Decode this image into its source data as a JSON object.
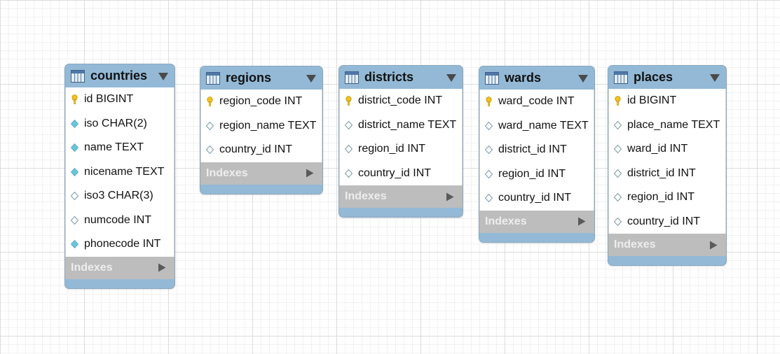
{
  "colors": {
    "header": "#93b9d6",
    "indexes_bar": "#bdbdbd",
    "key_icon": "#f2c31a",
    "filled_diamond": "#6cc4dc",
    "hollow_diamond": "#ffffff"
  },
  "tables": [
    {
      "name": "countries",
      "columns": [
        {
          "label": "id BIGINT",
          "icon": "key-icon"
        },
        {
          "label": "iso CHAR(2)",
          "icon": "filled-diamond-icon"
        },
        {
          "label": "name TEXT",
          "icon": "filled-diamond-icon"
        },
        {
          "label": "nicename TEXT",
          "icon": "filled-diamond-icon"
        },
        {
          "label": "iso3 CHAR(3)",
          "icon": "hollow-diamond-icon"
        },
        {
          "label": "numcode INT",
          "icon": "hollow-diamond-icon"
        },
        {
          "label": "phonecode INT",
          "icon": "filled-diamond-icon"
        }
      ],
      "indexes_label": "Indexes"
    },
    {
      "name": "regions",
      "columns": [
        {
          "label": "region_code INT",
          "icon": "key-icon"
        },
        {
          "label": "region_name TEXT",
          "icon": "hollow-diamond-icon"
        },
        {
          "label": "country_id INT",
          "icon": "hollow-diamond-icon"
        }
      ],
      "indexes_label": "Indexes"
    },
    {
      "name": "districts",
      "columns": [
        {
          "label": "district_code INT",
          "icon": "key-icon"
        },
        {
          "label": "district_name TEXT",
          "icon": "hollow-diamond-icon"
        },
        {
          "label": "region_id INT",
          "icon": "hollow-diamond-icon"
        },
        {
          "label": "country_id INT",
          "icon": "hollow-diamond-icon"
        }
      ],
      "indexes_label": "Indexes"
    },
    {
      "name": "wards",
      "columns": [
        {
          "label": "ward_code INT",
          "icon": "key-icon"
        },
        {
          "label": "ward_name TEXT",
          "icon": "hollow-diamond-icon"
        },
        {
          "label": "district_id INT",
          "icon": "hollow-diamond-icon"
        },
        {
          "label": "region_id INT",
          "icon": "hollow-diamond-icon"
        },
        {
          "label": "country_id INT",
          "icon": "hollow-diamond-icon"
        }
      ],
      "indexes_label": "Indexes"
    },
    {
      "name": "places",
      "columns": [
        {
          "label": "id BIGINT",
          "icon": "key-icon"
        },
        {
          "label": "place_name TEXT",
          "icon": "hollow-diamond-icon"
        },
        {
          "label": "ward_id INT",
          "icon": "hollow-diamond-icon"
        },
        {
          "label": "district_id INT",
          "icon": "hollow-diamond-icon"
        },
        {
          "label": "region_id INT",
          "icon": "hollow-diamond-icon"
        },
        {
          "label": "country_id INT",
          "icon": "hollow-diamond-icon"
        }
      ],
      "indexes_label": "Indexes"
    }
  ]
}
